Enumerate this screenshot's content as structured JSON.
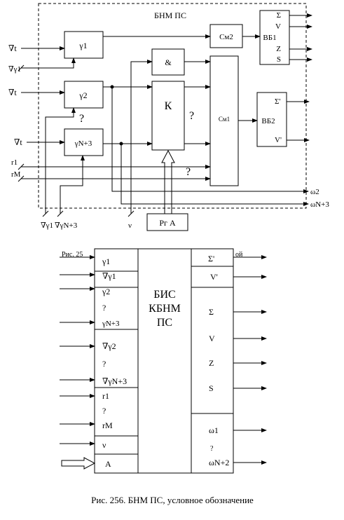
{
  "top": {
    "title": "БНМ ПС",
    "inputs": [
      "∇t",
      "∇γ1",
      "∇t",
      "∇t",
      "r1",
      "rM"
    ],
    "bottom_inputs": [
      "∇γ1",
      "∇γN+3",
      "ν"
    ],
    "blocks": {
      "g1": "γ1",
      "g2": "γ2",
      "gN3": "γN+3",
      "and": "&",
      "k": "К",
      "cm2": "См2",
      "cm1": "См1",
      "vb1": "ВБ1",
      "vb2": "ВБ2",
      "rga": "Рг А"
    },
    "vb1_outputs": [
      "Σ",
      "V",
      "Z",
      "S"
    ],
    "vb2_outputs": [
      "Σ'",
      "V'"
    ],
    "outputs": [
      "ω2",
      "ωN+3"
    ],
    "unknown": "?"
  },
  "mid_caption": {
    "left": "Рис. 25",
    "right": "ой"
  },
  "chip": {
    "title_lines": [
      "БИС",
      "КБНМ",
      "ПС"
    ],
    "left_pins": [
      "γ1",
      "∇γ1",
      "γ2",
      "?",
      "γN+3",
      "∇γ2",
      "?",
      "∇γN+3",
      "r1",
      "?",
      "rM",
      "ν",
      "A"
    ],
    "right_pins": [
      "Σ'",
      "V'",
      "Σ",
      "V",
      "Z",
      "S",
      "ω1",
      "?",
      "ωN+2"
    ]
  },
  "caption": "Рис. 256.  БНМ ПС, условное обозначение"
}
